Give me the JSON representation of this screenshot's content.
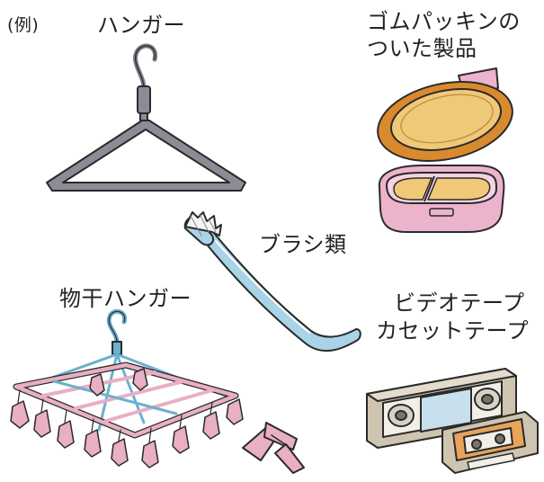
{
  "example_marker": "(例)",
  "items": {
    "hanger": {
      "label": "ハンガー"
    },
    "rubber_packing": {
      "label_line1": "ゴムパッキンの",
      "label_line2": "ついた製品"
    },
    "brush": {
      "label": "ブラシ類"
    },
    "drying_hanger": {
      "label": "物干ハンガー"
    },
    "tapes": {
      "label_line1": "ビデオテープ",
      "label_line2": "カセットテープ"
    }
  },
  "colors": {
    "outline": "#2a2a2a",
    "hanger_gray": "#8f8b96",
    "rubber_orange": "#d98a2e",
    "lid_fill": "#f0c978",
    "case_pink": "#ecb3cc",
    "brush_blue": "#a9d3e6",
    "drying_pink": "#e9afc4",
    "drying_blue": "#6cb0cf",
    "cassette_box": "#cfc4b0",
    "cassette_orange": "#e8a45a",
    "tape_blue": "#c8dfee"
  }
}
